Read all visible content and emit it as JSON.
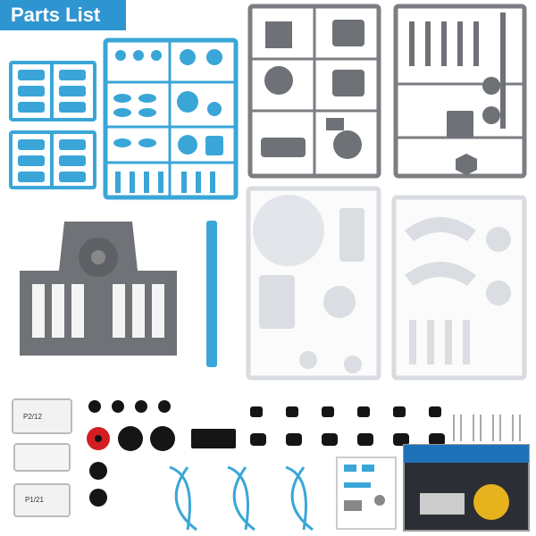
{
  "header": {
    "title": "Parts List"
  },
  "bags": [
    {
      "label": "P2/12"
    },
    {
      "label": "P1/21"
    }
  ],
  "colors": {
    "badge": "#2f95d0",
    "blue_sprue": "#3aa6d8",
    "grey_sprue": "#7b7e82",
    "white_sprue": "#e9ebee",
    "black_parts": "#151515",
    "red_part": "#d21e22"
  }
}
